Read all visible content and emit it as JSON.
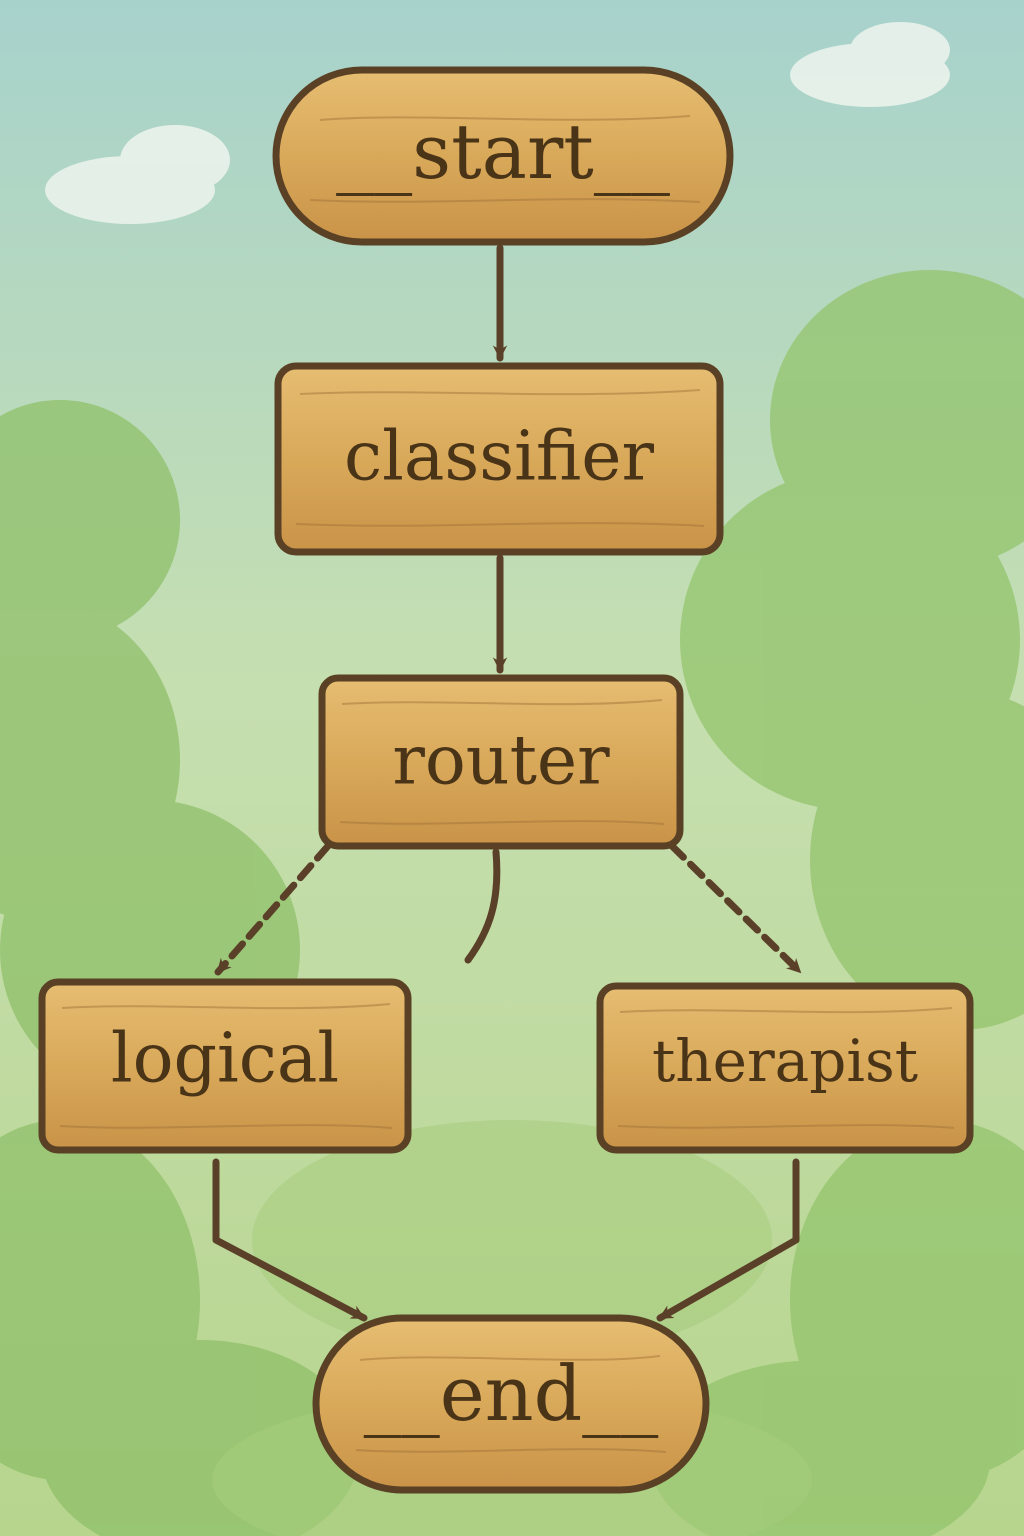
{
  "diagram": {
    "nodes": {
      "start": "__start__",
      "classifier": "classifier",
      "router": "router",
      "logical": "logical",
      "therapist": "therapist",
      "end": "__end__"
    },
    "edges": [
      {
        "from": "start",
        "to": "classifier",
        "style": "solid"
      },
      {
        "from": "classifier",
        "to": "router",
        "style": "solid"
      },
      {
        "from": "router",
        "to": "logical",
        "style": "dashed"
      },
      {
        "from": "router",
        "to": "therapist",
        "style": "dashed"
      },
      {
        "from": "logical",
        "to": "end",
        "style": "solid"
      },
      {
        "from": "therapist",
        "to": "end",
        "style": "solid"
      }
    ]
  },
  "colors": {
    "wood": "#d9a95a",
    "wood_border": "#5a4125",
    "text": "#4a3418",
    "edge": "#5a4028",
    "sky": "#a9d3cf",
    "foliage": "#8fc06a"
  }
}
